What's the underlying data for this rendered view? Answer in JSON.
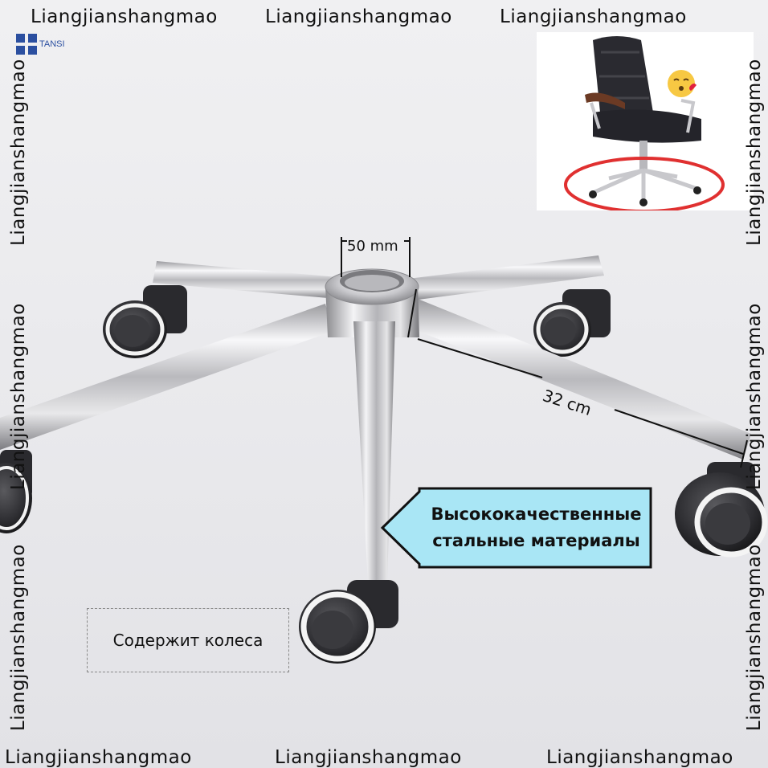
{
  "watermark": "Liangjianshangmao",
  "logo": {
    "text": "TANSI",
    "color": "#2b4fa0"
  },
  "dimensions": {
    "center_hole": "50 mm",
    "arm_length": "32 cm"
  },
  "callout": {
    "line1": "Высококачественные",
    "line2": "стальные материалы",
    "fill": "#a9e6f5"
  },
  "wheels_label": "Содержит колеса",
  "inset": {
    "highlight_color": "#e03030"
  }
}
